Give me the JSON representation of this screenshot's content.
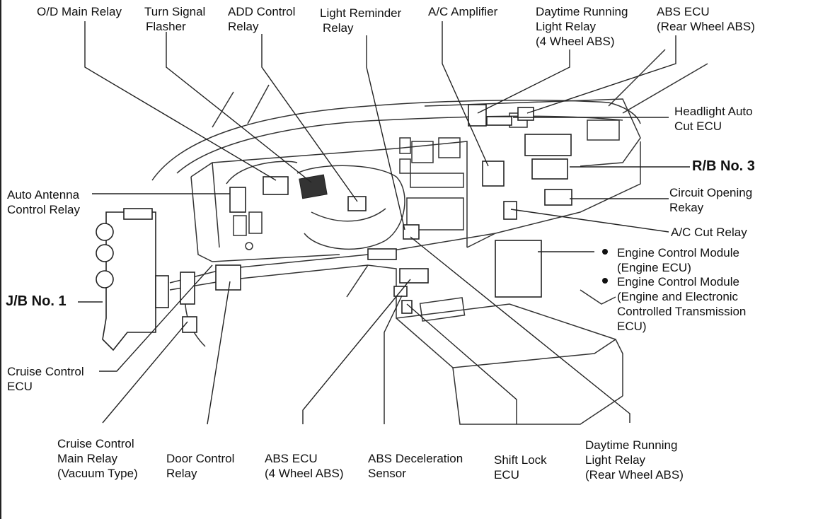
{
  "labels": {
    "od_main_relay": [
      "O/D Main Relay"
    ],
    "turn_signal_flasher": [
      "Turn Signal",
      "Flasher"
    ],
    "add_control_relay": [
      "ADD Control",
      "Relay"
    ],
    "light_reminder_relay": [
      "Light Reminder",
      "Relay"
    ],
    "ac_amplifier": [
      "A/C Amplifier"
    ],
    "drl_relay_4wabs": [
      "Daytime Running",
      "Light Relay",
      "(4 Wheel ABS)"
    ],
    "abs_ecu_rear": [
      "ABS ECU",
      "(Rear Wheel ABS)"
    ],
    "headlight_auto_cut_ecu": [
      "Headlight Auto",
      "Cut ECU"
    ],
    "rb_no3": [
      "R/B No. 3"
    ],
    "circuit_opening_relay": [
      "Circuit Opening",
      "Rekay"
    ],
    "ac_cut_relay": [
      "A/C Cut Relay"
    ],
    "engine_control_module_1": [
      "Engine Control Module",
      "(Engine ECU)"
    ],
    "engine_control_module_2": [
      "Engine Control Module",
      "(Engine and Electronic",
      "Controlled Transmission",
      "ECU)"
    ],
    "auto_antenna_relay": [
      "Auto Antenna",
      "Control Relay"
    ],
    "jb_no1": [
      "J/B No. 1"
    ],
    "cruise_control_ecu": [
      "Cruise Control",
      "ECU"
    ],
    "cruise_control_main_relay": [
      "Cruise Control",
      "Main Relay",
      "(Vacuum Type)"
    ],
    "door_control_relay": [
      "Door Control",
      "Relay"
    ],
    "abs_ecu_4wabs": [
      "ABS ECU",
      "(4 Wheel ABS)"
    ],
    "abs_decel_sensor": [
      "ABS Deceleration",
      "Sensor"
    ],
    "shift_lock_ecu": [
      "Shift Lock",
      "ECU"
    ],
    "drl_relay_rear": [
      "Daytime Running",
      "Light Relay",
      "(Rear Wheel ABS)"
    ]
  }
}
